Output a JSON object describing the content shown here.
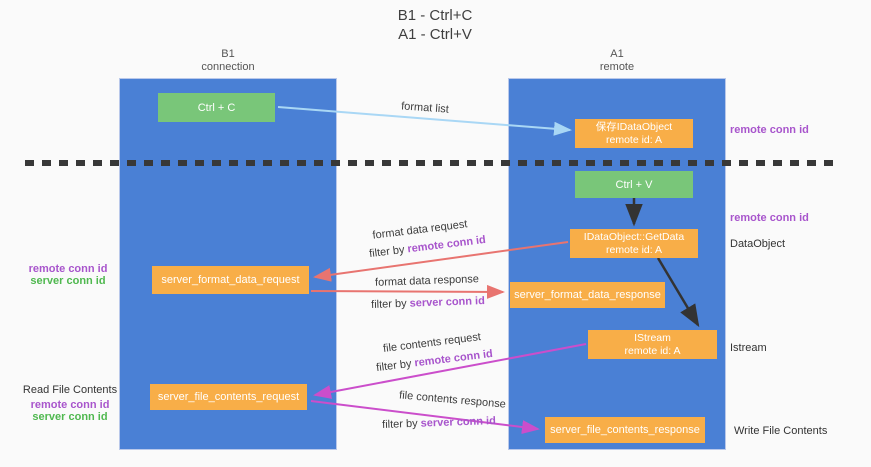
{
  "title": {
    "line1": "B1 - Ctrl+C",
    "line2": "A1 - Ctrl+V"
  },
  "lanes": {
    "b1": {
      "name": "B1",
      "subtitle": "connection"
    },
    "a1": {
      "name": "A1",
      "subtitle": "remote"
    }
  },
  "nodes": {
    "ctrl_c": {
      "label": "Ctrl + C"
    },
    "ctrl_v": {
      "label": "Ctrl + V"
    },
    "save_idataobject": {
      "line1": "保存IDataObject",
      "line2": "remote id: A"
    },
    "getdata": {
      "line1": "IDataObject::GetData",
      "line2": "remote id: A"
    },
    "istream": {
      "line1": "IStream",
      "line2": "remote id: A"
    },
    "format_request": {
      "label": "server_format_data_request"
    },
    "format_response": {
      "label": "server_format_data_response"
    },
    "file_request": {
      "label": "server_file_contents_request"
    },
    "file_response": {
      "label": "server_file_contents_response"
    }
  },
  "edge_labels": {
    "format_list": "format list",
    "format_data_request": "format data request",
    "format_data_response": "format data response",
    "file_contents_request": "file contents request",
    "file_contents_response": "file contents response",
    "filter_by": "filter by ",
    "remote_conn_id": "remote conn id",
    "server_conn_id": "server conn id"
  },
  "annotations": {
    "right_top_remote": "remote conn id",
    "right_mid_remote": "remote conn id",
    "dataobject": "DataObject",
    "istream": "Istream",
    "write_file_contents": "Write File Contents",
    "left_remote_1": "remote conn id",
    "left_server_1": "server conn id",
    "read_file_contents": "Read File Contents",
    "left_remote_2": "remote conn id",
    "left_server_2": "server conn id"
  },
  "colors": {
    "lane_blue": "#4a80d5",
    "node_green": "#79c679",
    "node_orange": "#f8ae48",
    "arrow_light_blue": "#a9d7f5",
    "arrow_salmon": "#e87470",
    "arrow_magenta": "#cb4ecb",
    "arrow_black": "#333333",
    "label_purple": "#a855cc",
    "label_green": "#4fb84f"
  }
}
